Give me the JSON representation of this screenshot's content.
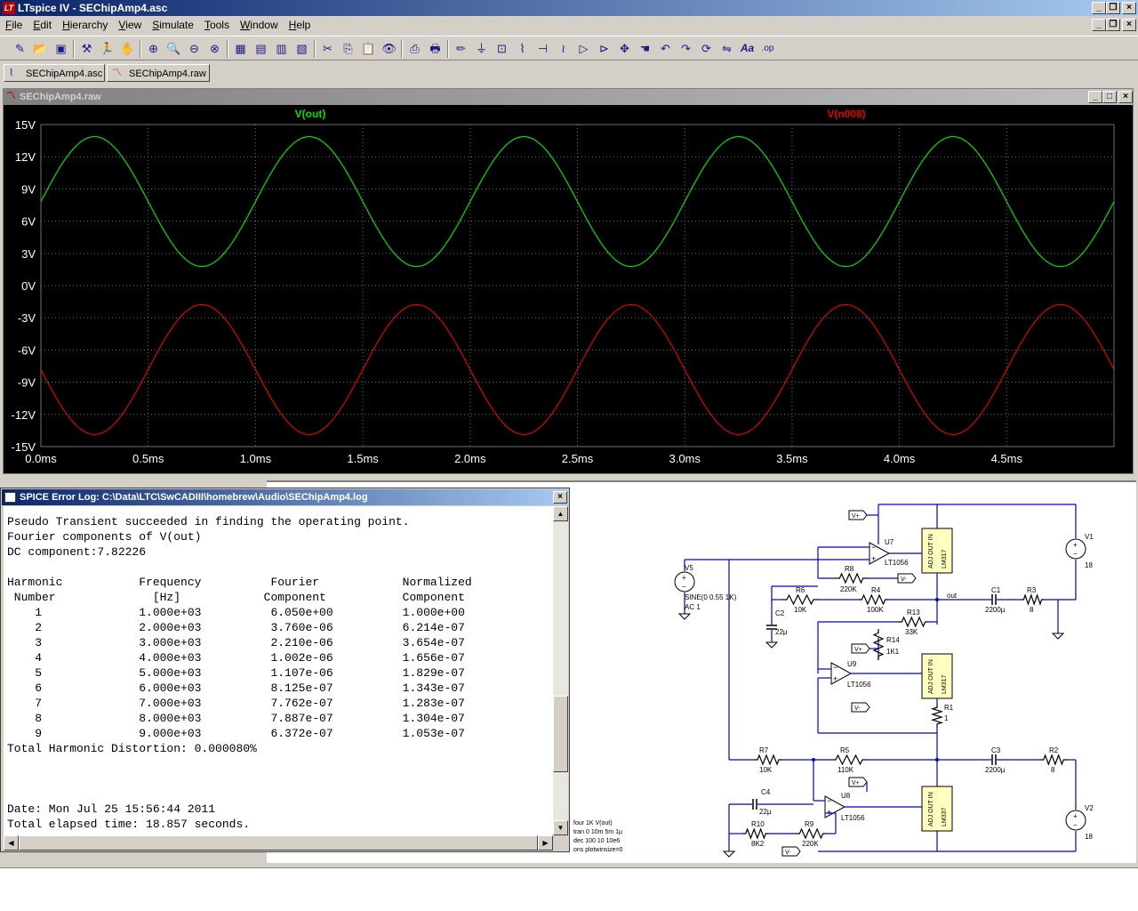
{
  "window": {
    "title": "LTspice IV - SEChipAmp4.asc"
  },
  "menu": [
    "File",
    "Edit",
    "Hierarchy",
    "View",
    "Simulate",
    "Tools",
    "Window",
    "Help"
  ],
  "toolbar": {
    "icons": [
      "new-schematic-icon",
      "open-icon",
      "save-icon",
      "control-panel-icon",
      "run-icon",
      "halt-icon",
      "zoom-in-icon",
      "zoom-pan-icon",
      "zoom-out-icon",
      "zoom-fit-icon",
      "autorange-icon",
      "tile-vertical-icon",
      "tile-horizontal-icon",
      "cascade-icon",
      "cut-icon",
      "copy-icon",
      "paste-icon",
      "find-icon",
      "print-setup-icon",
      "print-icon",
      "draw-wire-icon",
      "ground-icon",
      "label-net-icon",
      "resistor-icon",
      "capacitor-icon",
      "inductor-icon",
      "diode-icon",
      "component-icon",
      "move-icon",
      "drag-icon",
      "undo-icon",
      "redo-icon",
      "rotate-icon",
      "mirror-icon",
      "text-icon",
      "spice-directive-icon"
    ],
    "text_glyph": "Aa",
    "directive_glyph": ".op"
  },
  "tabs": [
    {
      "label": "SEChipAmp4.asc",
      "icon": "schematic-icon"
    },
    {
      "label": "SEChipAmp4.raw",
      "icon": "waveform-icon"
    }
  ],
  "waveform_window": {
    "title": "SEChipAmp4.raw"
  },
  "chart_data": {
    "type": "line",
    "x_unit_labels": [
      "0.0ms",
      "0.5ms",
      "1.0ms",
      "1.5ms",
      "2.0ms",
      "2.5ms",
      "3.0ms",
      "3.5ms",
      "4.0ms",
      "4.5ms"
    ],
    "y_tick_labels": [
      "15V",
      "12V",
      "9V",
      "6V",
      "3V",
      "0V",
      "-3V",
      "-6V",
      "-9V",
      "-12V",
      "-15V"
    ],
    "xlim_ms": [
      0,
      5.0
    ],
    "ylim": [
      -15,
      15
    ],
    "background": "#000000",
    "grid_color": "#707070",
    "series": [
      {
        "name": "V(out)",
        "color": "#00e000",
        "offset": 7.82226,
        "amplitude": 6.05,
        "freq_khz": 1,
        "phase": 0
      },
      {
        "name": "V(n008)",
        "color": "#e00000",
        "offset": -7.82226,
        "amplitude": 6.05,
        "freq_khz": 1,
        "phase": 0,
        "invert": true
      }
    ]
  },
  "log_window": {
    "title": "SPICE Error Log: C:\\Data\\LTC\\SwCADIII\\homebrew\\Audio\\SEChipAmp4.log",
    "lines": [
      "Pseudo Transient succeeded in finding the operating point.",
      "Fourier components of V(out)",
      "DC component:7.82226",
      "",
      "Harmonic           Frequency          Fourier            Normalized",
      " Number              [Hz]            Component           Component",
      "    1              1.000e+03          6.050e+00          1.000e+00",
      "    2              2.000e+03          3.760e-06          6.214e-07",
      "    3              3.000e+03          2.210e-06          3.654e-07",
      "    4              4.000e+03          1.002e-06          1.656e-07",
      "    5              5.000e+03          1.107e-06          1.829e-07",
      "    6              6.000e+03          8.125e-07          1.343e-07",
      "    7              7.000e+03          7.762e-07          1.283e-07",
      "    8              8.000e+03          7.887e-07          1.304e-07",
      "    9              9.000e+03          6.372e-07          1.053e-07",
      "Total Harmonic Distortion: 0.000080%",
      "",
      "",
      "",
      "Date: Mon Jul 25 15:56:44 2011",
      "Total elapsed time: 18.857 seconds."
    ]
  },
  "schematic": {
    "labels": {
      "vplus": "V+",
      "vminus": "V-",
      "u7": "U7",
      "u8": "U8",
      "u9": "U9",
      "opamp": "LT1056",
      "reg_pos": "LM317",
      "reg_neg": "LM337",
      "adj": "ADJ",
      "out": "OUT",
      "in": "IN",
      "v1": "V1",
      "v2": "V2",
      "v5": "V5",
      "v_val": "18",
      "sine": "SINE(0 0.55 1K)",
      "ac": "AC 1",
      "r8": "R8",
      "r8v": "220K",
      "r6": "R6",
      "r6v": "10K",
      "r4": "R4",
      "r4v": "100K",
      "c1": "C1",
      "c1v": "2200µ",
      "r3": "R3",
      "r3v": "8",
      "c2": "C2",
      "c2v": "22µ",
      "r13": "R13",
      "r13v": "33K",
      "r14": "R14",
      "r14v": "1K1",
      "r1": "R1",
      "r1v": "1",
      "r7": "R7",
      "r7v": "10K",
      "r5": "R5",
      "r5v": "110K",
      "c3": "C3",
      "c3v": "2200µ",
      "r2": "R2",
      "r2v": "8",
      "c4": "C4",
      "c4v": "22µ",
      "r10": "R10",
      "r10v": "8K2",
      "r9": "R9",
      "r9v": "220K",
      "net_out": "out",
      "dir1": "four 1K V(out)",
      "dir2": "tran 0 10m 5m 1µ",
      "dir3": "dec 100 10 10e6",
      "dir4": "ons plotwinsize=0"
    }
  }
}
